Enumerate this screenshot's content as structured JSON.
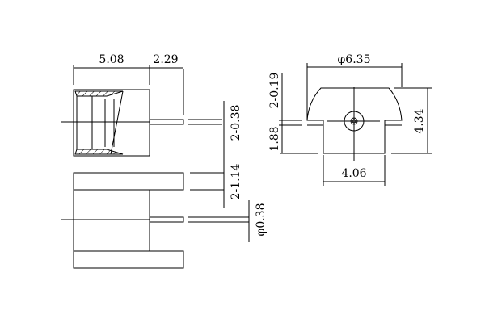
{
  "drawing": {
    "side_view": {
      "dim_body_length": "5.08",
      "dim_pin_length": "2.29",
      "dim_pin_width": "2-0.38"
    },
    "bottom_view": {
      "dim_leg_width": "2-1.14",
      "dim_pin_diameter": "φ0.38"
    },
    "front_view": {
      "dim_diameter": "φ6.35",
      "dim_height": "4.34",
      "dim_flange": "2-0.19",
      "dim_body_height": "1.88",
      "dim_body_width": "4.06"
    }
  }
}
